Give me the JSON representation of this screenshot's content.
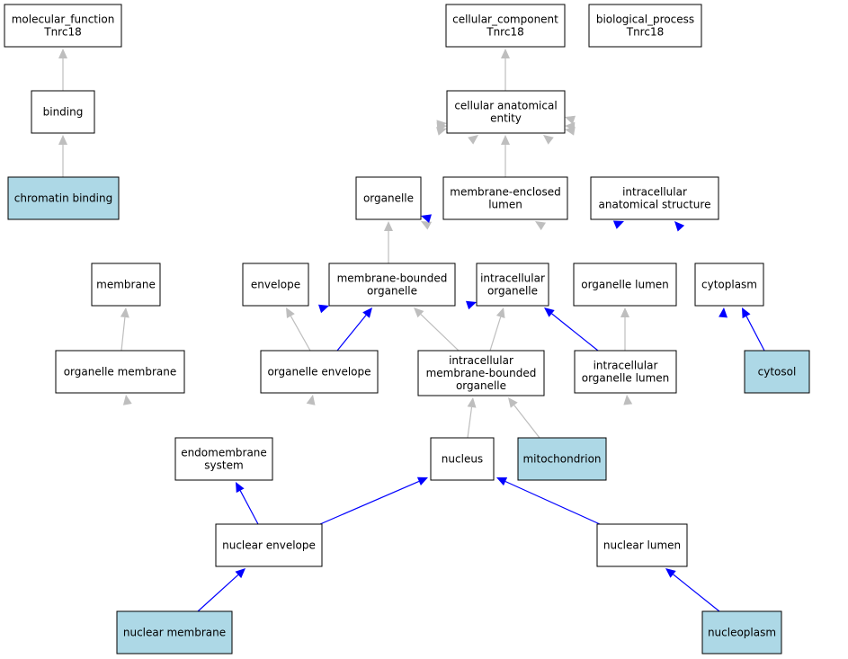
{
  "colors": {
    "highlight_fill": "#add8e6",
    "default_fill": "#ffffff",
    "part_of_edge": "#0000ff",
    "is_a_edge": "#bebebe"
  },
  "nodes": [
    {
      "id": "mf",
      "lines": [
        "molecular_function",
        "Tnrc18"
      ],
      "highlight": false
    },
    {
      "id": "cc",
      "lines": [
        "cellular_component",
        "Tnrc18"
      ],
      "highlight": false
    },
    {
      "id": "bp",
      "lines": [
        "biological_process",
        "Tnrc18"
      ],
      "highlight": false
    },
    {
      "id": "binding",
      "lines": [
        "binding"
      ],
      "highlight": false
    },
    {
      "id": "cae",
      "lines": [
        "cellular anatomical",
        "entity"
      ],
      "highlight": false
    },
    {
      "id": "chromatin_binding",
      "lines": [
        "chromatin binding"
      ],
      "highlight": true
    },
    {
      "id": "organelle",
      "lines": [
        "organelle"
      ],
      "highlight": false
    },
    {
      "id": "mel",
      "lines": [
        "membrane-enclosed",
        "lumen"
      ],
      "highlight": false
    },
    {
      "id": "ias",
      "lines": [
        "intracellular",
        "anatomical structure"
      ],
      "highlight": false
    },
    {
      "id": "membrane",
      "lines": [
        "membrane"
      ],
      "highlight": false
    },
    {
      "id": "envelope",
      "lines": [
        "envelope"
      ],
      "highlight": false
    },
    {
      "id": "mbo",
      "lines": [
        "membrane-bounded",
        "organelle"
      ],
      "highlight": false
    },
    {
      "id": "io",
      "lines": [
        "intracellular",
        "organelle"
      ],
      "highlight": false
    },
    {
      "id": "ol",
      "lines": [
        "organelle lumen"
      ],
      "highlight": false
    },
    {
      "id": "cytoplasm",
      "lines": [
        "cytoplasm"
      ],
      "highlight": false
    },
    {
      "id": "om",
      "lines": [
        "organelle membrane"
      ],
      "highlight": false
    },
    {
      "id": "oe",
      "lines": [
        "organelle envelope"
      ],
      "highlight": false
    },
    {
      "id": "imbo",
      "lines": [
        "intracellular",
        "membrane-bounded",
        "organelle"
      ],
      "highlight": false
    },
    {
      "id": "iol",
      "lines": [
        "intracellular",
        "organelle lumen"
      ],
      "highlight": false
    },
    {
      "id": "cytosol",
      "lines": [
        "cytosol"
      ],
      "highlight": true
    },
    {
      "id": "ems",
      "lines": [
        "endomembrane",
        "system"
      ],
      "highlight": false
    },
    {
      "id": "nucleus",
      "lines": [
        "nucleus"
      ],
      "highlight": false
    },
    {
      "id": "mito",
      "lines": [
        "mitochondrion"
      ],
      "highlight": true
    },
    {
      "id": "ne",
      "lines": [
        "nuclear envelope"
      ],
      "highlight": false
    },
    {
      "id": "nl",
      "lines": [
        "nuclear lumen"
      ],
      "highlight": false
    },
    {
      "id": "nm",
      "lines": [
        "nuclear membrane"
      ],
      "highlight": true
    },
    {
      "id": "np",
      "lines": [
        "nucleoplasm"
      ],
      "highlight": true
    }
  ],
  "edges": [
    {
      "from": "binding",
      "to": "mf",
      "type": "is_a"
    },
    {
      "from": "chromatin_binding",
      "to": "binding",
      "type": "is_a"
    },
    {
      "from": "cae",
      "to": "cc",
      "type": "is_a"
    },
    {
      "from": "organelle",
      "to": "cae",
      "type": "is_a"
    },
    {
      "from": "mel",
      "to": "cae",
      "type": "is_a"
    },
    {
      "from": "ias",
      "to": "cae",
      "type": "is_a"
    },
    {
      "from": "membrane",
      "to": "cae",
      "type": "is_a"
    },
    {
      "from": "envelope",
      "to": "cae",
      "type": "is_a"
    },
    {
      "from": "ems",
      "to": "cae",
      "type": "is_a"
    },
    {
      "from": "cytoplasm",
      "to": "cae",
      "type": "is_a"
    },
    {
      "from": "cytosol",
      "to": "cae",
      "type": "is_a"
    },
    {
      "from": "np",
      "to": "cae",
      "type": "is_a"
    },
    {
      "from": "mbo",
      "to": "organelle",
      "type": "is_a"
    },
    {
      "from": "io",
      "to": "organelle",
      "type": "is_a"
    },
    {
      "from": "ol",
      "to": "organelle",
      "type": "part_of"
    },
    {
      "from": "ol",
      "to": "mel",
      "type": "is_a"
    },
    {
      "from": "io",
      "to": "ias",
      "type": "part_of"
    },
    {
      "from": "cytoplasm",
      "to": "ias",
      "type": "part_of"
    },
    {
      "from": "om",
      "to": "membrane",
      "type": "is_a"
    },
    {
      "from": "om",
      "to": "mbo",
      "type": "part_of"
    },
    {
      "from": "oe",
      "to": "envelope",
      "type": "is_a"
    },
    {
      "from": "oe",
      "to": "mbo",
      "type": "part_of"
    },
    {
      "from": "oe",
      "to": "io",
      "type": "part_of"
    },
    {
      "from": "imbo",
      "to": "mbo",
      "type": "is_a"
    },
    {
      "from": "imbo",
      "to": "io",
      "type": "is_a"
    },
    {
      "from": "iol",
      "to": "io",
      "type": "part_of"
    },
    {
      "from": "iol",
      "to": "ol",
      "type": "is_a"
    },
    {
      "from": "cytosol",
      "to": "cytoplasm",
      "type": "part_of"
    },
    {
      "from": "nucleus",
      "to": "imbo",
      "type": "is_a"
    },
    {
      "from": "mito",
      "to": "imbo",
      "type": "is_a"
    },
    {
      "from": "mito",
      "to": "cytoplasm",
      "type": "part_of"
    },
    {
      "from": "ne",
      "to": "ems",
      "type": "part_of"
    },
    {
      "from": "ne",
      "to": "nucleus",
      "type": "part_of"
    },
    {
      "from": "ne",
      "to": "oe",
      "type": "is_a"
    },
    {
      "from": "nl",
      "to": "nucleus",
      "type": "part_of"
    },
    {
      "from": "nl",
      "to": "iol",
      "type": "is_a"
    },
    {
      "from": "nm",
      "to": "ne",
      "type": "part_of"
    },
    {
      "from": "nm",
      "to": "om",
      "type": "is_a"
    },
    {
      "from": "np",
      "to": "nl",
      "type": "part_of"
    }
  ]
}
